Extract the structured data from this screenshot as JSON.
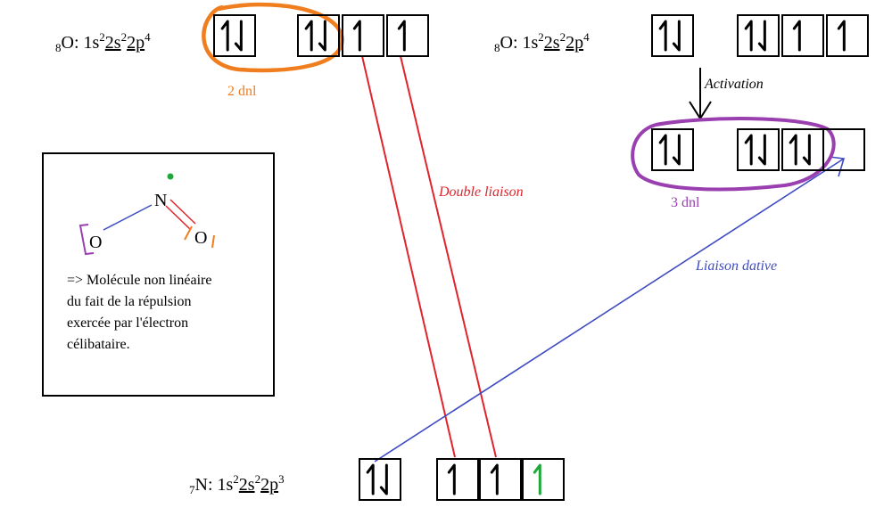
{
  "oxygen_left": {
    "label": {
      "Z": "8",
      "symbol": "O:",
      "c1": "1s",
      "e1": "2",
      "c2": "2s",
      "e2": "2",
      "c3": "2p",
      "e3": "4"
    },
    "orbitals": [
      [
        "up",
        "down"
      ],
      [
        "up",
        "down"
      ],
      [
        "up"
      ],
      [
        "up"
      ]
    ]
  },
  "oxygen_right": {
    "label": {
      "Z": "8",
      "symbol": "O:",
      "c1": "1s",
      "e1": "2",
      "c2": "2s",
      "e2": "2",
      "c3": "2p",
      "e3": "4"
    },
    "orbitals": [
      [
        "up",
        "down"
      ],
      [
        "up",
        "down"
      ],
      [
        "up"
      ],
      [
        "up"
      ]
    ],
    "activated_orbitals": [
      [
        "up",
        "down"
      ],
      [
        "up",
        "down"
      ],
      [
        "up",
        "down"
      ],
      []
    ]
  },
  "nitrogen": {
    "label": {
      "Z": "7",
      "symbol": "N:",
      "c1": "1s",
      "e1": "2",
      "c2": "2s",
      "e2": "2",
      "c3": "2p",
      "e3": "3"
    },
    "orbitals": [
      [
        "up",
        "down"
      ],
      [
        "up"
      ],
      [
        "up"
      ],
      [
        "up"
      ]
    ]
  },
  "annotations": {
    "dnl_left": "2 dnl",
    "activation": "Activation",
    "dnl_right": "3 dnl",
    "double_bond": "Double liaison",
    "dative_bond": "Liaison dative"
  },
  "molecule": {
    "atom_n": "N",
    "atom_o_left": "O",
    "atom_o_right": "O",
    "description": [
      "=> Molécule non linéaire",
      "du fait de la répulsion",
      "exercée par l'électron",
      "célibataire."
    ]
  },
  "colors": {
    "orange": "#f07e1e",
    "purple": "#9a3fb0",
    "red": "#e0242c",
    "blue": "#3e4bc0",
    "green": "#1fa83a",
    "black": "#000000"
  }
}
